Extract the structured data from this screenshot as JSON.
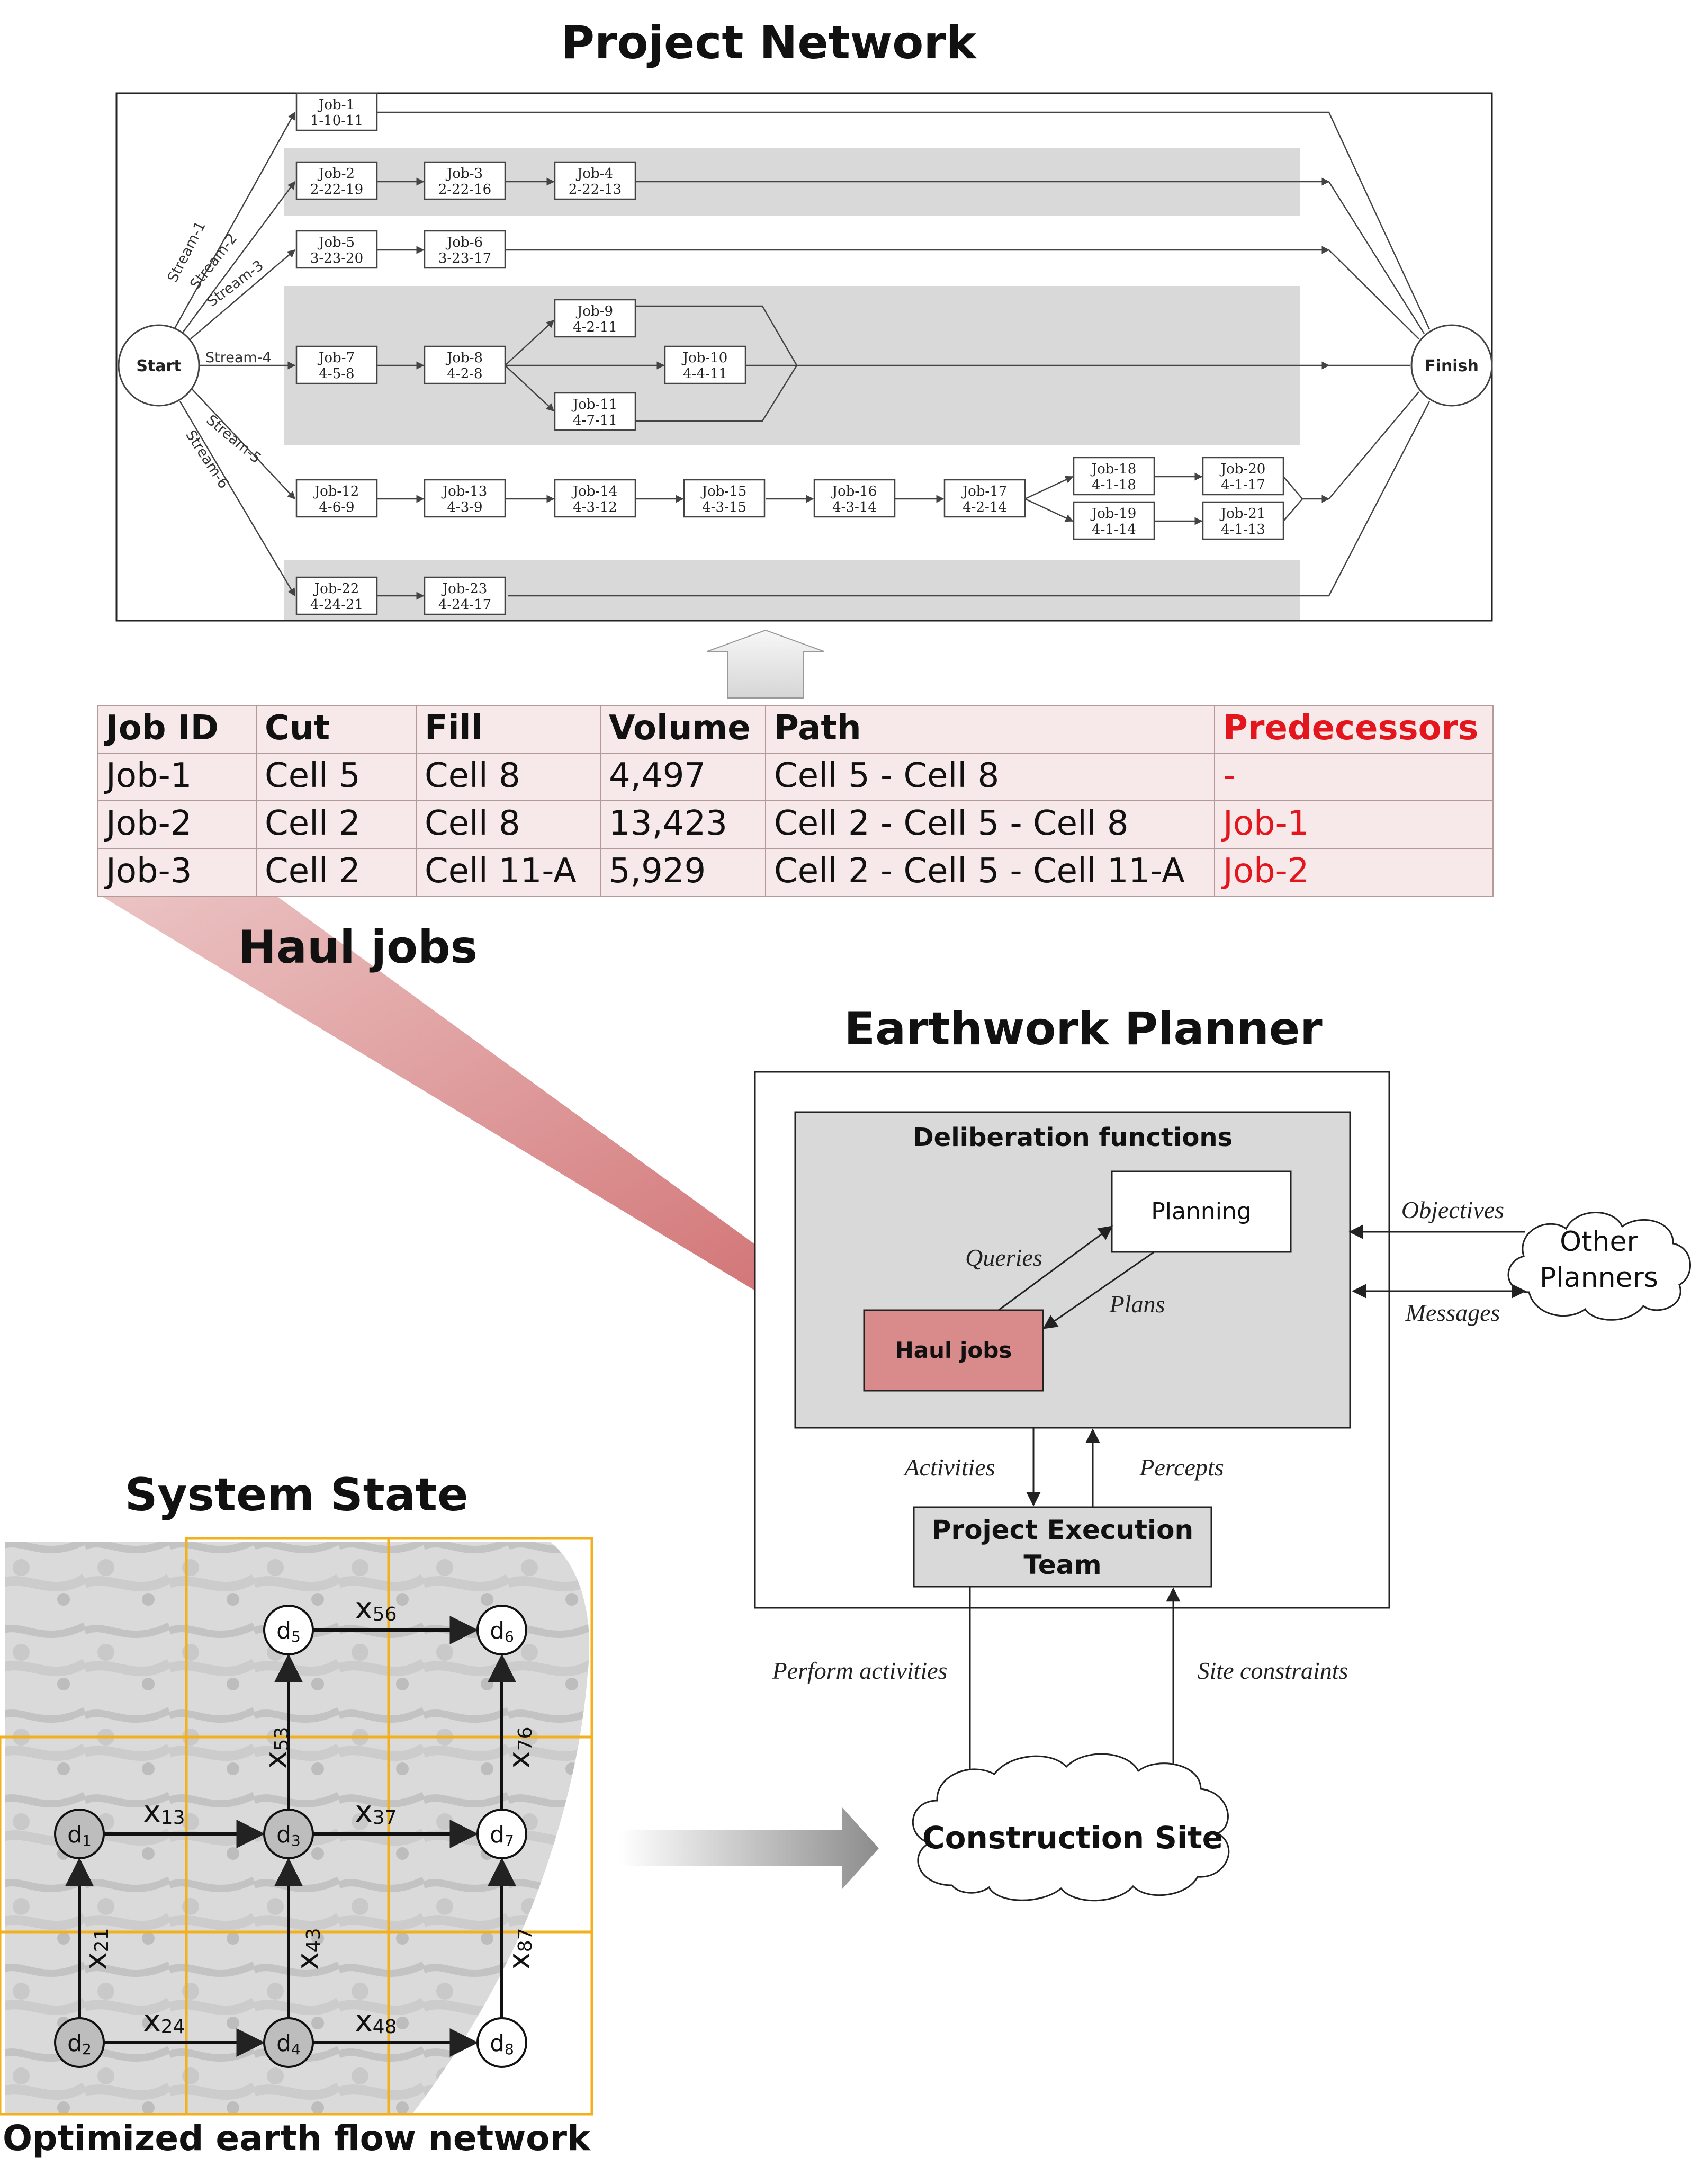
{
  "network": {
    "title": "Project Network",
    "start": "Start",
    "finish": "Finish",
    "streams": [
      "Stream-1",
      "Stream-2",
      "Stream-3",
      "Stream-4",
      "Stream-5",
      "Stream-6"
    ],
    "jobs": {
      "j1": {
        "id": "Job-1",
        "code": "1-10-11"
      },
      "j2": {
        "id": "Job-2",
        "code": "2-22-19"
      },
      "j3": {
        "id": "Job-3",
        "code": "2-22-16"
      },
      "j4": {
        "id": "Job-4",
        "code": "2-22-13"
      },
      "j5": {
        "id": "Job-5",
        "code": "3-23-20"
      },
      "j6": {
        "id": "Job-6",
        "code": "3-23-17"
      },
      "j7": {
        "id": "Job-7",
        "code": "4-5-8"
      },
      "j8": {
        "id": "Job-8",
        "code": "4-2-8"
      },
      "j9": {
        "id": "Job-9",
        "code": "4-2-11"
      },
      "j10": {
        "id": "Job-10",
        "code": "4-4-11"
      },
      "j11": {
        "id": "Job-11",
        "code": "4-7-11"
      },
      "j12": {
        "id": "Job-12",
        "code": "4-6-9"
      },
      "j13": {
        "id": "Job-13",
        "code": "4-3-9"
      },
      "j14": {
        "id": "Job-14",
        "code": "4-3-12"
      },
      "j15": {
        "id": "Job-15",
        "code": "4-3-15"
      },
      "j16": {
        "id": "Job-16",
        "code": "4-3-14"
      },
      "j17": {
        "id": "Job-17",
        "code": "4-2-14"
      },
      "j18": {
        "id": "Job-18",
        "code": "4-1-18"
      },
      "j19": {
        "id": "Job-19",
        "code": "4-1-14"
      },
      "j20": {
        "id": "Job-20",
        "code": "4-1-17"
      },
      "j21": {
        "id": "Job-21",
        "code": "4-1-13"
      },
      "j22": {
        "id": "Job-22",
        "code": "4-24-21"
      },
      "j23": {
        "id": "Job-23",
        "code": "4-24-17"
      }
    }
  },
  "table": {
    "headers": [
      "Job ID",
      "Cut",
      "Fill",
      "Volume",
      "Path",
      "Predecessors"
    ],
    "rows": [
      [
        "Job-1",
        "Cell 5",
        "Cell 8",
        "4,497",
        "Cell 5 - Cell 8",
        "-"
      ],
      [
        "Job-2",
        "Cell 2",
        "Cell 8",
        "13,423",
        "Cell 2 - Cell 5 - Cell 8",
        "Job-1"
      ],
      [
        "Job-3",
        "Cell 2",
        "Cell 11-A",
        "5,929",
        "Cell 2 - Cell 5 - Cell 11-A",
        "Job-2"
      ]
    ],
    "caption": "Haul jobs"
  },
  "planner": {
    "title": "Earthwork Planner",
    "deliberation": "Deliberation functions",
    "planning": "Planning",
    "haul_jobs": "Haul jobs",
    "queries": "Queries",
    "plans": "Plans",
    "objectives": "Objectives",
    "messages": "Messages",
    "other_planners_1": "Other",
    "other_planners_2": "Planners",
    "activities": "Activities",
    "percepts": "Percepts",
    "execution_1": "Project Execution",
    "execution_2": "Team",
    "perform": "Perform activities",
    "site_constraints": "Site constraints",
    "construction_site": "Construction Site"
  },
  "state": {
    "title": "System State",
    "caption": "Optimized earth flow network",
    "nodes": {
      "d1": {
        "base": "d",
        "sub": "1"
      },
      "d2": {
        "base": "d",
        "sub": "2"
      },
      "d3": {
        "base": "d",
        "sub": "3"
      },
      "d4": {
        "base": "d",
        "sub": "4"
      },
      "d5": {
        "base": "d",
        "sub": "5"
      },
      "d6": {
        "base": "d",
        "sub": "6"
      },
      "d7": {
        "base": "d",
        "sub": "7"
      },
      "d8": {
        "base": "d",
        "sub": "8"
      }
    },
    "edges": {
      "x13": {
        "base": "x",
        "sub": "13"
      },
      "x37": {
        "base": "x",
        "sub": "37"
      },
      "x24": {
        "base": "x",
        "sub": "24"
      },
      "x48": {
        "base": "x",
        "sub": "48"
      },
      "x56": {
        "base": "x",
        "sub": "56"
      },
      "x21": {
        "base": "x",
        "sub": "21"
      },
      "x43": {
        "base": "x",
        "sub": "43"
      },
      "x87": {
        "base": "x",
        "sub": "87"
      },
      "x53": {
        "base": "x",
        "sub": "53"
      },
      "x76": {
        "base": "x",
        "sub": "76"
      }
    }
  },
  "colors": {
    "red_text": "#e2161c",
    "haul_box": "#d98b8b",
    "table_bg": "#f7e9e9",
    "grid_orange": "#f2b01e",
    "gray_band": "#d9d9d9"
  }
}
